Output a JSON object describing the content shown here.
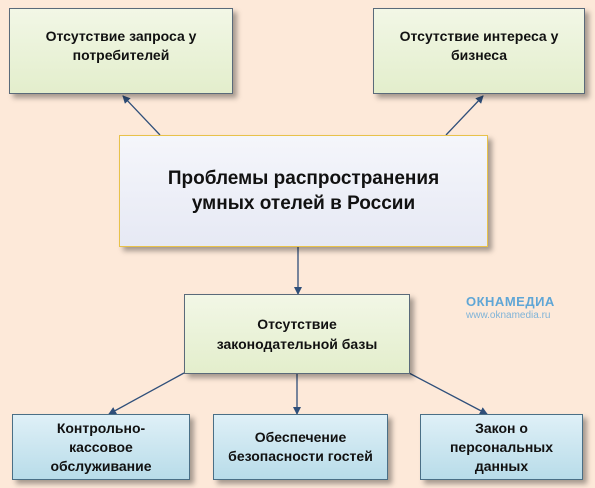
{
  "title": "Проблемы распространения умных отелей в России",
  "top_boxes": [
    {
      "label": "Отсутствие запроса у потребителей"
    },
    {
      "label": "Отсутствие интереса у бизнеса"
    }
  ],
  "middle_box": {
    "label": "Отсутствие законодательной базы"
  },
  "bottom_boxes": [
    {
      "label": "Контрольно-кассовое обслуживание"
    },
    {
      "label": "Обеспечение безопасности гостей"
    },
    {
      "label": "Закон о персональных данных"
    }
  ],
  "watermark": {
    "name": "ОКНАМЕДИА",
    "url": "www.oknamedia.ru"
  },
  "colors": {
    "background": "#fde9d9",
    "green_box": "#e3eecc",
    "main_box": "#e6e9f4",
    "main_border": "#e8c24a",
    "blue_box": "#b8dce9",
    "arrow": "#2f4f7a",
    "watermark": "#5fa6d6"
  }
}
